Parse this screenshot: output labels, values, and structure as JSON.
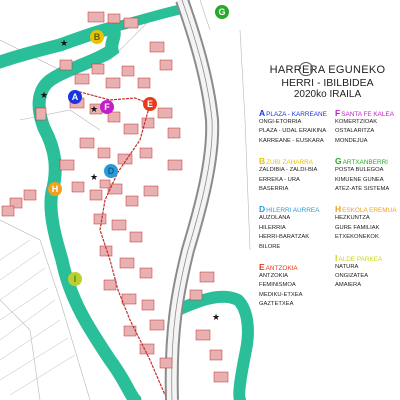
{
  "title": {
    "line1": "HARRERA EGUNEKO",
    "line2": "HERRI - IBILBIDEA",
    "line3": "2020ko IRAILA"
  },
  "sections_left": [
    {
      "letter": "A",
      "name": "PLAZA - KARREANE",
      "color": "#1a35e0",
      "items": [
        "ONGI-ETORRIA",
        "PLAZA - UDAL ERAIKINA",
        "KARREANE - EUSKARA"
      ]
    },
    {
      "letter": "B",
      "name": "ZUBI ZAHARRA",
      "color": "#e8c400",
      "items": [
        "ZALDIBIA - ZALDI-BIA",
        "ERREKA - URA",
        "BASERRIA"
      ]
    },
    {
      "letter": "D",
      "name": "HILERRI AURREA",
      "color": "#2a9bd8",
      "items": [
        "AUZOLANA",
        "HILERRIA",
        "HERRI-BARATZAK",
        "BILORE"
      ]
    },
    {
      "letter": "E",
      "name": "ANTZOKIA",
      "color": "#e83a1a",
      "items": [
        "ANTZOKIA",
        "FEMINISMOA",
        "MEDIKU-ETXEA",
        "GAZTETXEA"
      ]
    }
  ],
  "sections_right": [
    {
      "letter": "F",
      "name": "SANTA FE KALEA",
      "color": "#c020c8",
      "items": [
        "KOMERTZIOAK",
        "OSTALARITZA",
        "MONDEJUA"
      ]
    },
    {
      "letter": "G",
      "name": "ARTXANBERRI",
      "color": "#2aa82a",
      "items": [
        "POSTA BULEGOA",
        "KIMUENE GUNEA",
        "ATEZ-ATE SISTEMA"
      ]
    },
    {
      "letter": "H",
      "name": "ESKOLA EREMUA",
      "color": "#f0a020",
      "items": [
        "HEZKUNTZA",
        "GURE FAMILIAK",
        "ETXEKONEKOK"
      ]
    },
    {
      "letter": "I",
      "name": "ALDE PARKEA",
      "color": "#c8d820",
      "items": [
        "NATURA",
        "ONGIZATEA",
        "AMAIERA"
      ]
    }
  ],
  "markers": [
    {
      "letter": "A",
      "color": "#1a35e0",
      "text_color": "#ffffff"
    },
    {
      "letter": "B",
      "color": "#e8c400",
      "text_color": "#6a5a00"
    },
    {
      "letter": "D",
      "color": "#2a9bd8",
      "text_color": "#1a5a8a"
    },
    {
      "letter": "E",
      "color": "#e83a1a",
      "text_color": "#ffffff"
    },
    {
      "letter": "F",
      "color": "#c020c8",
      "text_color": "#ffffff"
    },
    {
      "letter": "G",
      "color": "#2aa82a",
      "text_color": "#ffffff"
    },
    {
      "letter": "H",
      "color": "#f0a020",
      "text_color": "#ffffff"
    },
    {
      "letter": "I",
      "color": "#b8d030",
      "text_color": "#6a7a10"
    }
  ],
  "colors": {
    "river": "#2bbf99",
    "road": "#9a9a9a",
    "building": "#e8b0b0",
    "building_stroke": "#c03030",
    "route": "#c03030"
  }
}
